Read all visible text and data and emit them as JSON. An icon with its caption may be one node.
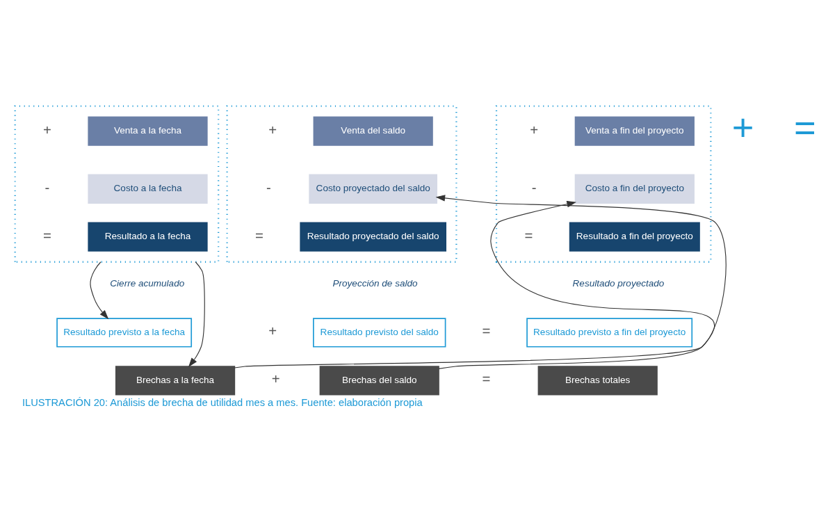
{
  "diagram": {
    "caption": "ILUSTRACIÓN 20: Análisis de brecha de utilidad mes a mes. Fuente: elaboración propia",
    "nodes": [
      {
        "text": [],
        "shape": "box"
      },
      {
        "text": [
          "Venta a la fecha"
        ],
        "in": 0
      },
      {
        "text": [
          "Costo a la fecha"
        ],
        "in": 0
      },
      {
        "text": [
          "Resultado a la fecha"
        ],
        "in": 0
      },
      {
        "text": [],
        "shape": "box"
      },
      {
        "text": [
          "Venta del saldo"
        ],
        "in": 4
      },
      {
        "text": [
          "Costo proyectado del saldo"
        ],
        "in": 4
      },
      {
        "text": [
          "Resultado proyectado del saldo"
        ],
        "in": 4
      },
      {
        "text": [],
        "shape": "box"
      },
      {
        "text": [
          "Venta a fin del proyecto"
        ],
        "in": 8
      },
      {
        "text": [
          "Costo a fin del proyecto"
        ],
        "in": 8
      },
      {
        "text": [
          "Resultado a fin del proyecto"
        ],
        "in": 8
      },
      {
        "text": [
          "Resultado previsto a la fecha"
        ]
      },
      {
        "text": [
          "Resultado previsto del saldo"
        ]
      },
      {
        "text": [
          "Resultado previsto a fin del proyecto"
        ]
      },
      {
        "text": [
          "Brechas a la fecha"
        ]
      },
      {
        "text": [
          "Brechas del saldo"
        ]
      },
      {
        "text": [
          "Brechas totales"
        ]
      }
    ],
    "edges": [
      {
        "from": 0,
        "to": 12,
        "arrow": "to"
      },
      {
        "from": 0,
        "to": 15,
        "arrow": "to"
      },
      {
        "from": 15,
        "to": 6,
        "arrow": "to"
      },
      {
        "from": 16,
        "to": 10,
        "arrow": "to"
      }
    ],
    "labels": [
      "+",
      "-",
      "=",
      "+",
      "+",
      "-",
      "=",
      "=",
      "+",
      "-",
      "=",
      "Cierre acumulado",
      "Proyección de saldo",
      "Resultado proyectado",
      "+",
      "=",
      "+",
      "="
    ]
  }
}
